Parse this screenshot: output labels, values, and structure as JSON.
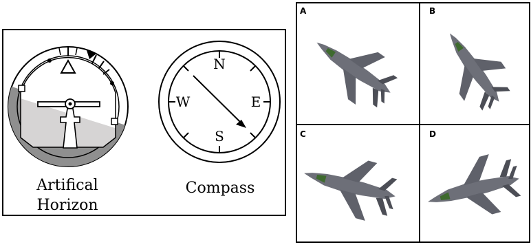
{
  "instruments": {
    "artificial_horizon": {
      "label_line1": "Artifical",
      "label_line2": "Horizon"
    },
    "compass": {
      "label": "Compass",
      "north": "N",
      "east": "E",
      "south": "S",
      "west": "W",
      "needle_heading_deg": 135
    }
  },
  "aircraft_views": {
    "panels": [
      {
        "letter": "A"
      },
      {
        "letter": "B"
      },
      {
        "letter": "C"
      },
      {
        "letter": "D"
      }
    ]
  },
  "colors": {
    "outline": "#000000",
    "ground": "#8f8f8f",
    "ground_light": "#d6d4d4",
    "aircraft": "#6d6f78",
    "aircraft_dark": "#4c4e56",
    "aircraft_accent": "#3e6a2e"
  }
}
